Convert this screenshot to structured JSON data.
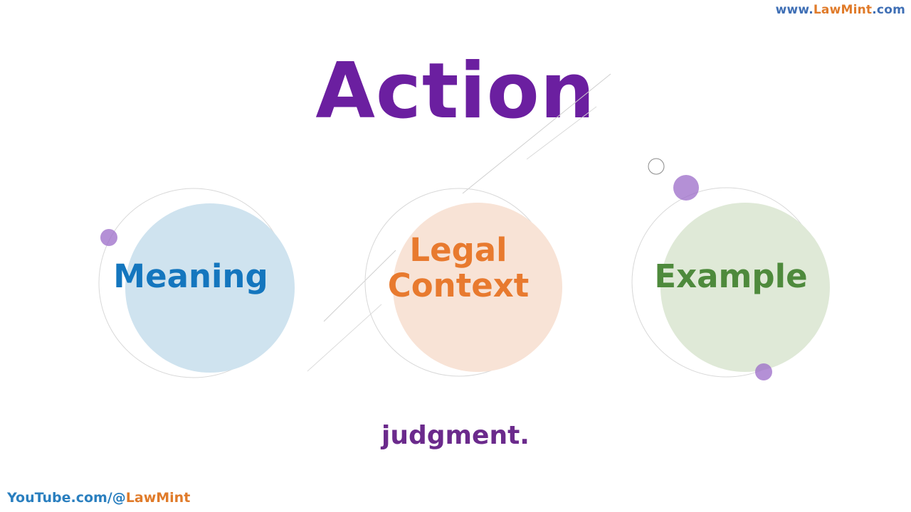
{
  "header": {
    "url_prefix": "www.",
    "url_brand": "LawMint",
    "url_suffix": ".com"
  },
  "title": "Action",
  "topics": [
    {
      "label": "Meaning",
      "color": "#1476be",
      "fill": "#cfe3ef"
    },
    {
      "label_line1": "Legal",
      "label_line2": "Context",
      "color": "#e87a2f",
      "fill": "#f8e3d6"
    },
    {
      "label": "Example",
      "color": "#4e8a3c",
      "fill": "#dfe9d7"
    }
  ],
  "caption": "judgment.",
  "footer": {
    "handle_prefix": "YouTube.com/@",
    "handle_brand": "LawMint"
  },
  "colors": {
    "title": "#6b1fa0",
    "accent_dot": "#9b6bc8",
    "brand_orange": "#e07b2a",
    "link_blue": "#3f6fb5"
  }
}
